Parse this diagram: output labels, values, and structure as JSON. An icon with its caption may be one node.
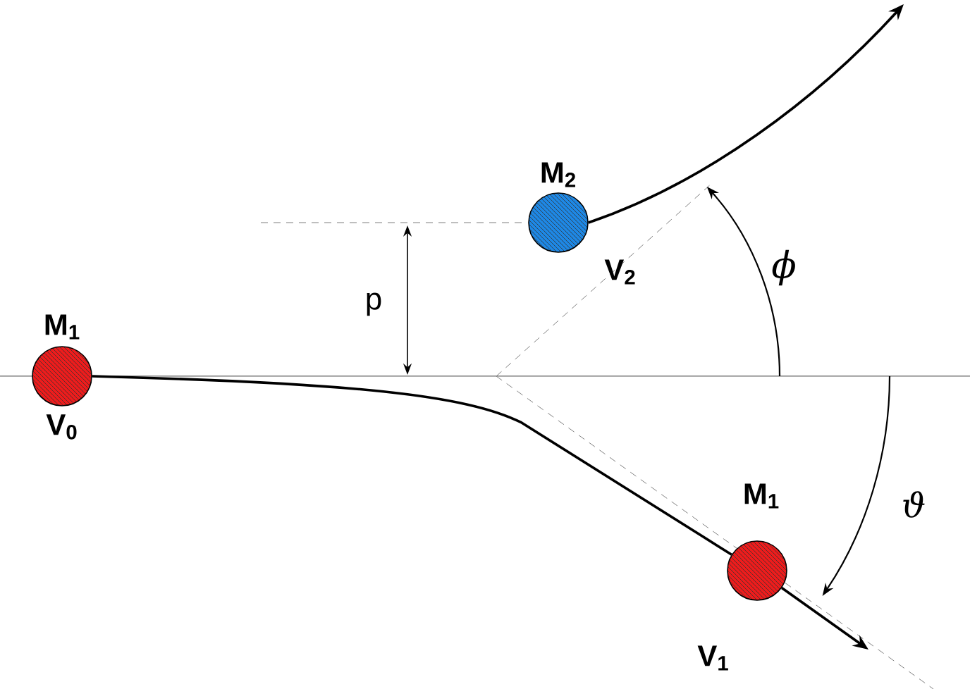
{
  "diagram": {
    "nodes": [
      {
        "text": [
          "M$_{1}$"
        ],
        "beside": [
          "V$_{0}$"
        ]
      },
      {
        "text": [
          "M$_{2}$"
        ],
        "beside": [
          "V$_{2}$"
        ]
      },
      {
        "text": [
          "M$_{1}$"
        ],
        "beside": [
          "V$_{1}$"
        ]
      }
    ],
    "edges": [
      {
        "from": 0,
        "to": 2,
        "arrow": "none"
      },
      {
        "from": 1,
        "to": null,
        "arrow": "to"
      },
      {
        "from": 2,
        "to": null,
        "arrow": "to"
      }
    ],
    "labels": [
      "p",
      "ϕ",
      "ϑ"
    ]
  }
}
